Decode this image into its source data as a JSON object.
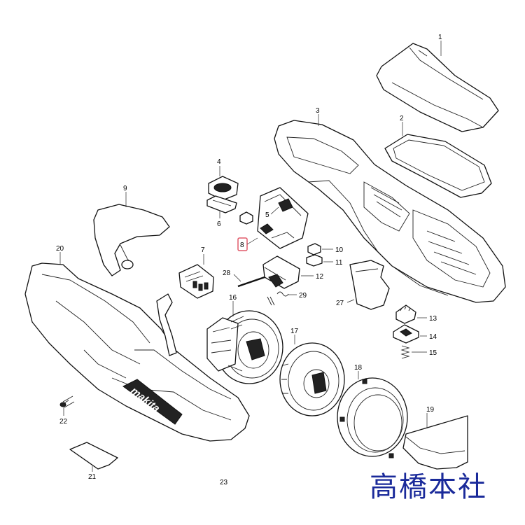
{
  "labels": {
    "p1": "1",
    "p2": "2",
    "p3": "3",
    "p4": "4",
    "p5": "5",
    "p6": "6",
    "p7": "7",
    "p8": "8",
    "p9": "9",
    "p10": "10",
    "p11": "11",
    "p12": "12",
    "p13": "13",
    "p14": "14",
    "p15": "15",
    "p16": "16",
    "p17": "17",
    "p18": "18",
    "p19": "19",
    "p20": "20",
    "p21": "21",
    "p22": "22",
    "p23": "23",
    "p27": "27",
    "p28": "28",
    "p29": "29"
  },
  "brand_logo": "makita",
  "watermark": "高橋本社",
  "colors": {
    "highlight": "#e05a6a",
    "watermark": "#1a2a9a"
  }
}
